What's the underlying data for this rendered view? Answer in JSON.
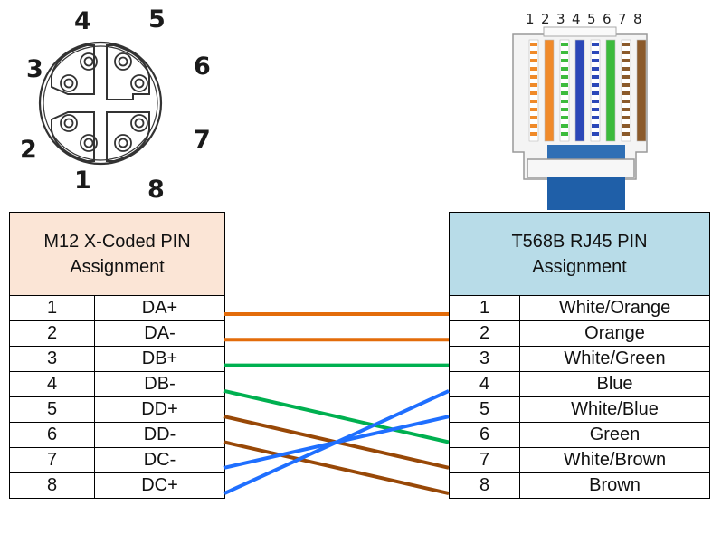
{
  "m12": {
    "pin_labels": [
      "1",
      "2",
      "3",
      "4",
      "5",
      "6",
      "7",
      "8"
    ]
  },
  "rj45": {
    "pin_labels": [
      "1",
      "2",
      "3",
      "4",
      "5",
      "6",
      "7",
      "8"
    ],
    "wire_colors": [
      {
        "stripe": "#f08a2a",
        "base": "#ffffff"
      },
      {
        "stripe": "#f08a2a",
        "base": "#f08a2a"
      },
      {
        "stripe": "#3cbb3c",
        "base": "#ffffff"
      },
      {
        "stripe": "#2b47b8",
        "base": "#2b47b8"
      },
      {
        "stripe": "#2b47b8",
        "base": "#ffffff"
      },
      {
        "stripe": "#3cbb3c",
        "base": "#3cbb3c"
      },
      {
        "stripe": "#8b5a2b",
        "base": "#ffffff"
      },
      {
        "stripe": "#8b5a2b",
        "base": "#8b5a2b"
      }
    ]
  },
  "left_table": {
    "header_line1": "M12 X-Coded PIN",
    "header_line2": "Assignment",
    "rows": [
      {
        "pin": "1",
        "signal": "DA+"
      },
      {
        "pin": "2",
        "signal": "DA-"
      },
      {
        "pin": "3",
        "signal": "DB+"
      },
      {
        "pin": "4",
        "signal": "DB-"
      },
      {
        "pin": "5",
        "signal": "DD+"
      },
      {
        "pin": "6",
        "signal": "DD-"
      },
      {
        "pin": "7",
        "signal": "DC-"
      },
      {
        "pin": "8",
        "signal": "DC+"
      }
    ]
  },
  "right_table": {
    "header_line1": "T568B RJ45 PIN",
    "header_line2": "Assignment",
    "rows": [
      {
        "pin": "1",
        "color": "White/Orange"
      },
      {
        "pin": "2",
        "color": "Orange"
      },
      {
        "pin": "3",
        "color": "White/Green"
      },
      {
        "pin": "4",
        "color": "Blue"
      },
      {
        "pin": "5",
        "color": "White/Blue"
      },
      {
        "pin": "6",
        "color": "Green"
      },
      {
        "pin": "7",
        "color": "White/Brown"
      },
      {
        "pin": "8",
        "color": "Brown"
      }
    ]
  },
  "wires": [
    {
      "from": 1,
      "to": 1,
      "color": "#e36c0a"
    },
    {
      "from": 2,
      "to": 2,
      "color": "#e36c0a"
    },
    {
      "from": 3,
      "to": 3,
      "color": "#00b050"
    },
    {
      "from": 4,
      "to": 6,
      "color": "#00b050"
    },
    {
      "from": 5,
      "to": 7,
      "color": "#984807"
    },
    {
      "from": 6,
      "to": 8,
      "color": "#984807"
    },
    {
      "from": 7,
      "to": 5,
      "color": "#1f6fff"
    },
    {
      "from": 8,
      "to": 4,
      "color": "#1f6fff"
    }
  ]
}
